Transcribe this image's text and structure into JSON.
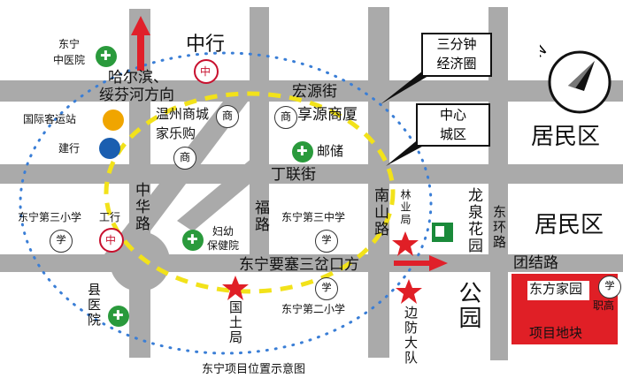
{
  "caption": "东宁项目位置示意图",
  "roads": {
    "harbin": [
      "哈尔滨、",
      "绥芬河方向"
    ],
    "hongyuan": "宏源街",
    "gonglian": "丁联街",
    "zhonghua": "中华路",
    "fulu": "福路",
    "nanshan": "南山路",
    "longquan": "龙泉花园",
    "donghuan": "东环路",
    "tuanjie": "团结路",
    "yaosai": "东宁要塞三岔口方"
  },
  "districts": {
    "juminqu_1": "居民区",
    "juminqu_2": "居民区",
    "gongyuan": "公园",
    "project": "项目地块"
  },
  "callouts": {
    "three_min": [
      "三分钟",
      "经济圈"
    ],
    "center": [
      "中心",
      "城区"
    ]
  },
  "places": {
    "zhonghang": "中行",
    "zhongyiyuan": [
      "东宁",
      "中医院"
    ],
    "keyunzhan": "国际客运站",
    "jianhang": "建行",
    "wenzhou": "温州商城",
    "jialegou": "家乐购",
    "xiangyuan": "享源商厦",
    "youchu": "邮储",
    "sanxiao": "东宁第三小学",
    "gonghang": "工行",
    "fuyou": [
      "妇幼",
      "保健院"
    ],
    "sanzhong": "东宁第三中学",
    "linye": "林业局",
    "erxiao": "东宁第二小学",
    "xianyiyuan": "县医院",
    "guotuju": "国土局",
    "bianfang": "边防大队",
    "dongfang": "东方家园",
    "zhigao": "职高"
  },
  "icons": {
    "school": "学",
    "mall": "商"
  },
  "colors": {
    "road": "#aaaaaa",
    "ring_outer": "#3a7ed6",
    "ring_inner": "#f2e21a",
    "arrow": "#e0202a",
    "project": "#e01f26",
    "star": "#e01f26"
  }
}
